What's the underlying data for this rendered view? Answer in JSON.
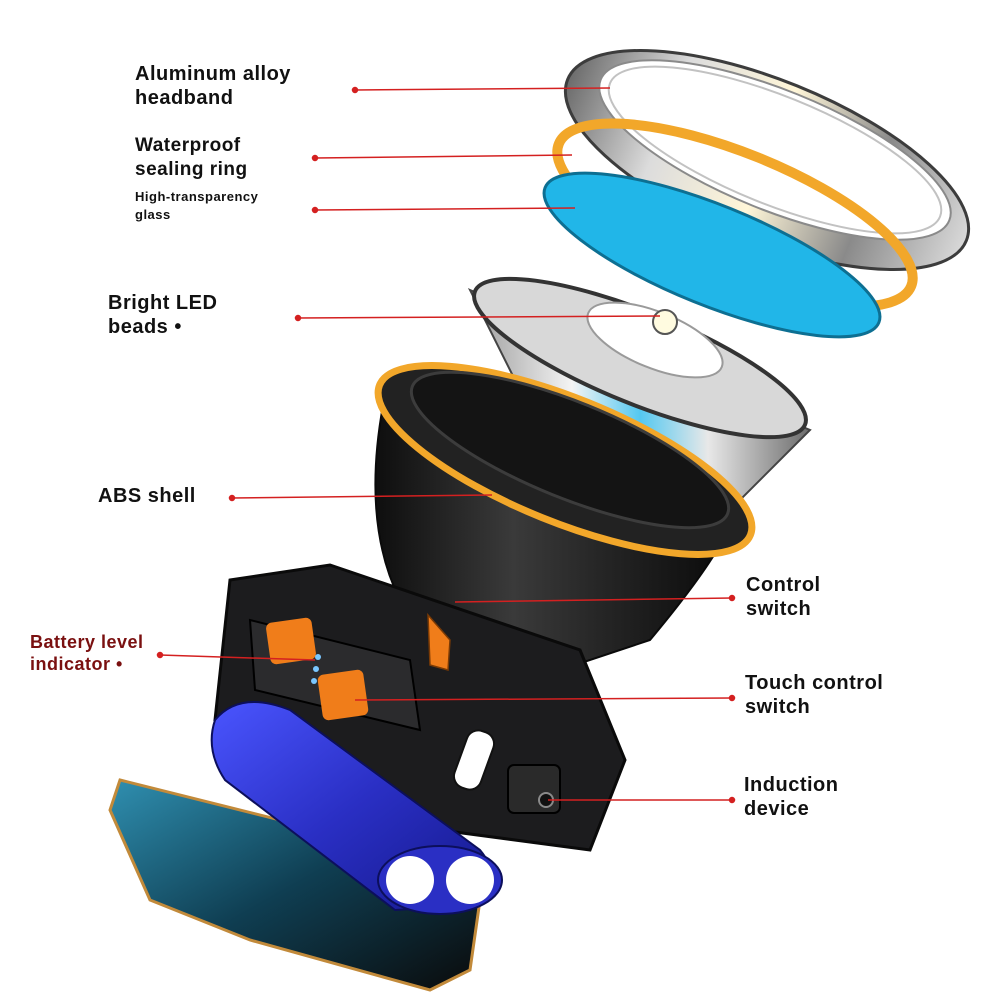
{
  "labels": {
    "aluminum_headband": "Aluminum alloy\nheadband",
    "sealing_ring": "Waterproof\nsealing ring",
    "glass": "High-transparency\nglass",
    "led_beads": "Bright LED\nbeads •",
    "abs_shell": "ABS shell",
    "control_switch": "Control\nswitch",
    "battery_indicator": "Battery level\nindicator •",
    "touch_switch": "Touch control\nswitch",
    "induction_device": "Induction\ndevice"
  },
  "colors": {
    "leader_line": "#d42020",
    "accent_orange": "#f07d1a",
    "gold_ring": "#f2a72a",
    "glass_blue": "#21b6e8",
    "battery_blue": "#2a2fc4",
    "base_blue": "#1d6e8a",
    "body_dark": "#1c1c1e"
  }
}
